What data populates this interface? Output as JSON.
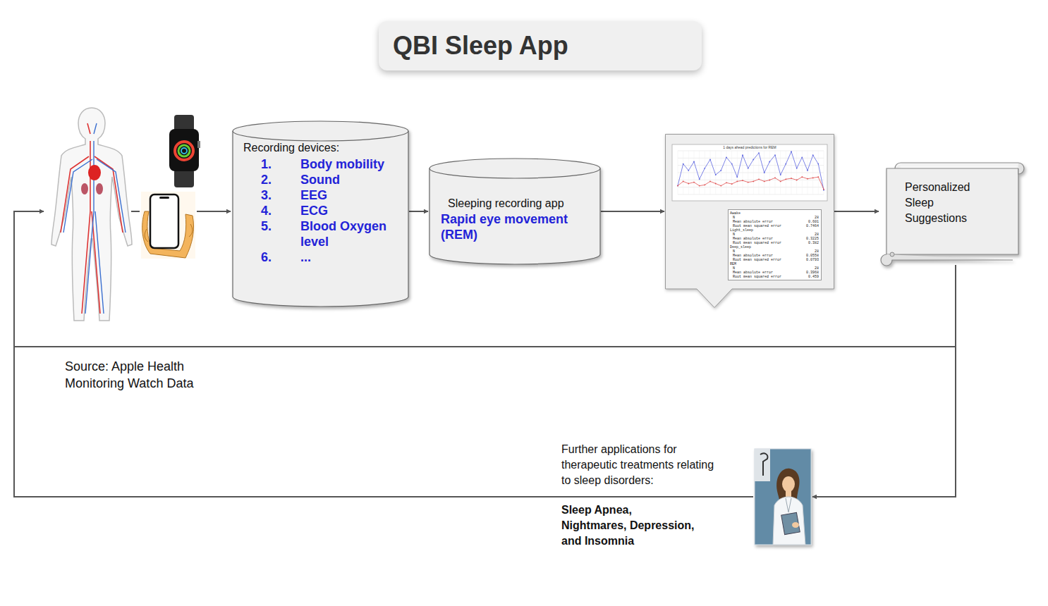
{
  "diagram": {
    "title": "QBI Sleep App",
    "nodes": [
      {
        "text": [
          "Recording devices:",
          "1.",
          "Body mobility",
          "2.",
          "Sound",
          "3.",
          "EEG",
          "4.",
          "ECG",
          "5.",
          "Blood Oxygen level",
          "6.",
          "..."
        ]
      },
      {
        "text": [
          "Sleeping recording app",
          "Rapid eye movement (REM)"
        ]
      },
      {
        "text": [
          "1 days ahead predictions for REM"
        ]
      },
      {
        "text": [
          "Awake",
          "N",
          "28",
          "Mean absolute error",
          "0.601",
          "Root mean squared error",
          "0.7464",
          "Light_sleep",
          "N",
          "28",
          "Mean absolute error",
          "0.3225",
          "Root mean squared error",
          "0.382",
          "Deep_sleep",
          "N",
          "28",
          "Mean absolute error",
          "0.0558",
          "Root mean squared error",
          "0.0793",
          "REM",
          "N",
          "28",
          "Mean absolute error",
          "0.3968",
          "Root mean squared error",
          "0.459"
        ],
        "in": 2
      },
      {
        "text": [
          "Personalized Sleep Suggestions"
        ]
      }
    ],
    "edges": [
      {
        "from": 0,
        "to": 1,
        "arrow": "to"
      },
      {
        "from": 1,
        "to": 2,
        "arrow": "to"
      },
      {
        "from": 2,
        "to": 4,
        "arrow": "to"
      }
    ],
    "labels": [
      "Source: Apple Health Monitoring Watch Data",
      "Further applications for therapeutic treatments relating to sleep disorders:",
      "Sleep Apnea, Nightmares, Depression, and Insomnia"
    ]
  }
}
